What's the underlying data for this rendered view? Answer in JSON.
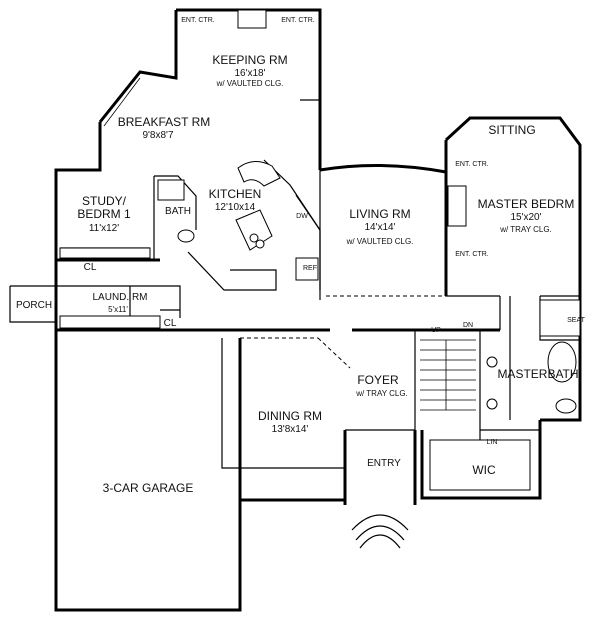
{
  "rooms": {
    "ent_ctr_left": "ENT. CTR.",
    "ent_ctr_right": "ENT. CTR.",
    "keeping": {
      "name": "KEEPING RM",
      "dim": "16'x18'",
      "note": "w/ VAULTED CLG."
    },
    "breakfast": {
      "name": "BREAKFAST RM",
      "dim": "9'8x8'7"
    },
    "sitting": "SITTING",
    "study": {
      "name1": "STUDY/",
      "name2": "BEDRM 1",
      "dim": "11'x12'"
    },
    "bath": "BATH",
    "kitchen": {
      "name": "KITCHEN",
      "dim": "12'10x14"
    },
    "dw": "DW",
    "ref": "REF",
    "living": {
      "name": "LIVING RM",
      "dim": "14'x14'",
      "note": "w/ VAULTED CLG."
    },
    "master_ent_ctr_top": "ENT. CTR.",
    "master_ent_ctr_bottom": "ENT. CTR.",
    "master_bedrm": {
      "name": "MASTER BEDRM",
      "dim": "15'x20'",
      "note": "w/ TRAY CLG."
    },
    "cl_study": "CL",
    "porch": "PORCH",
    "laundry": {
      "name": "LAUND. RM",
      "dim": "5'x11'"
    },
    "cl_laundry": "CL",
    "stairs_up": "UP",
    "stairs_dn": "DN",
    "seat": "SEAT",
    "foyer": {
      "name": "FOYER",
      "note": "w/ TRAY CLG."
    },
    "masterbath": "MASTERBATH",
    "dining": {
      "name": "DINING RM",
      "dim": "13'8x14'"
    },
    "lin": "LIN",
    "garage": "3-CAR GARAGE",
    "entry": "ENTRY",
    "wic": "WIC"
  }
}
